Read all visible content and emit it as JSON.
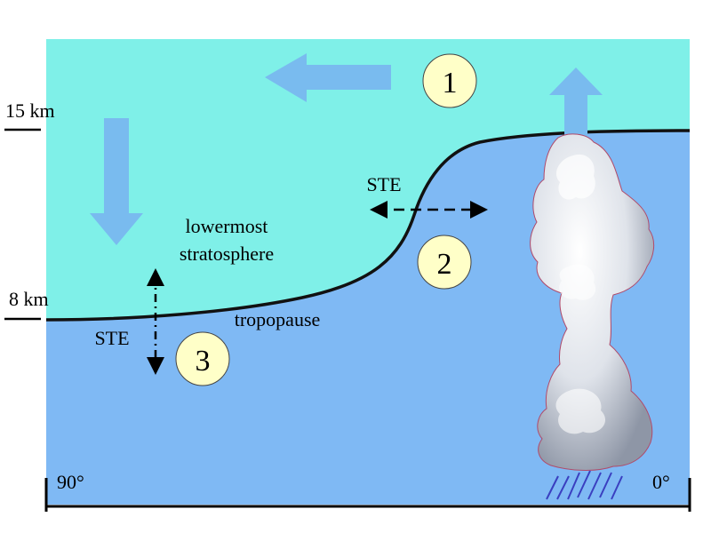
{
  "altitudes": {
    "top": "15 km",
    "bottom": "8 km"
  },
  "latitudes": {
    "left": "90°",
    "right": "0°"
  },
  "labels": {
    "ste_upper": "STE",
    "ste_lower": "STE",
    "lowermost_line1": "lowermost",
    "lowermost_line2": "stratosphere",
    "tropopause": "tropopause"
  },
  "markers": [
    "1",
    "2",
    "3"
  ],
  "colors": {
    "stratosphere": "#7ff0e8",
    "troposphere": "#7fb9f4",
    "arrow": "#79bbef",
    "marker_fill": "#ffffc8",
    "line": "#111111"
  }
}
